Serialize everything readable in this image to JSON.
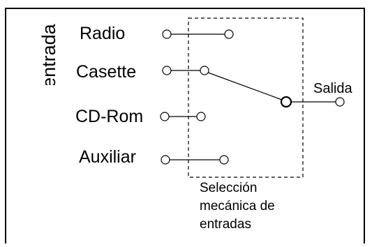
{
  "diagram": {
    "vertical_label": "Canales de entrada",
    "inputs": [
      {
        "label": "Radio"
      },
      {
        "label": "Casette"
      },
      {
        "label": "CD-Rom"
      },
      {
        "label": "Auxiliar"
      }
    ],
    "selected_input": "Casette",
    "output_label": "Salida",
    "selector_caption": [
      "Selección",
      "mecánica de",
      "entradas"
    ]
  }
}
